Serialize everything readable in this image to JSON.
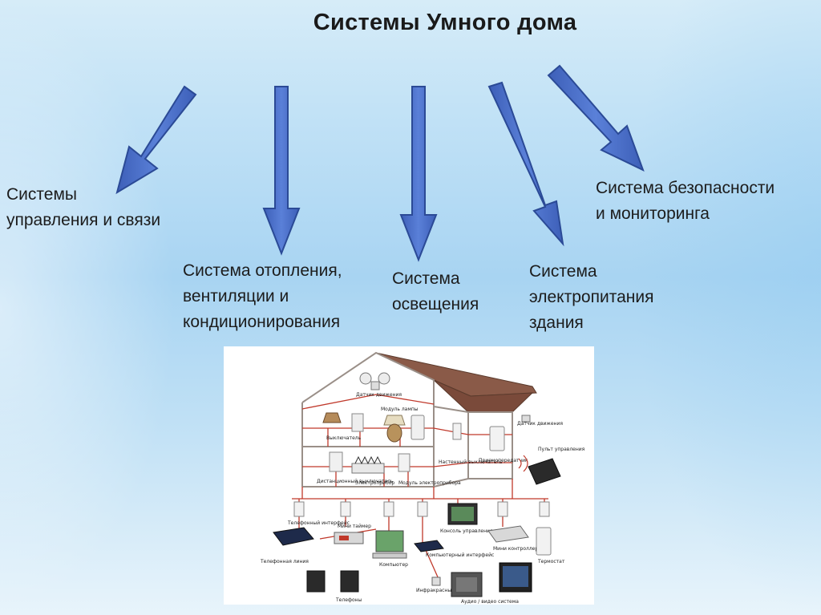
{
  "title": "Системы Умного дома",
  "categories": [
    {
      "line1": "Системы",
      "line2": "управления и связи",
      "line3": ""
    },
    {
      "line1": "Система отопления,",
      "line2": "вентиляции и",
      "line3": "кондиционирования"
    },
    {
      "line1": "Система",
      "line2": "освещения",
      "line3": ""
    },
    {
      "line1": "Система",
      "line2": "электропитания",
      "line3": "здания"
    },
    {
      "line1": "Система безопасности",
      "line2": "и мониторинга",
      "line3": ""
    }
  ],
  "house_labels": {
    "motion_sensor_top": "Датчик движения",
    "lamp_module": "Модуль лампы",
    "switch": "Выключатель",
    "wall_switch": "Настенный выключатель",
    "transceiver": "Приемопередатчик",
    "motion_sensor_right": "Датчик движения",
    "remote": "Пульт управления",
    "dimmer": "Дистанционный выключатель",
    "appliance": "Электроприбор",
    "appliance_module": "Модуль электроприбора",
    "phone_interface": "Телефонный интерфейс",
    "mini_timer": "Мини таймер",
    "console": "Консоль управления",
    "phone_line": "Телефонная линия",
    "computer": "Компьютер",
    "computer_interface": "Компьютерный интерфейс",
    "mini_controller": "Мини контроллер",
    "thermostat": "Термостат",
    "phones": "Телефоны",
    "ir_output": "Инфракрасный выход",
    "av_system": "Аудио / видео система"
  },
  "colors": {
    "arrow_fill": "#4a6fc8",
    "arrow_stroke": "#2b4a96",
    "wire": "#c0392b",
    "roof": "#7a5040"
  }
}
